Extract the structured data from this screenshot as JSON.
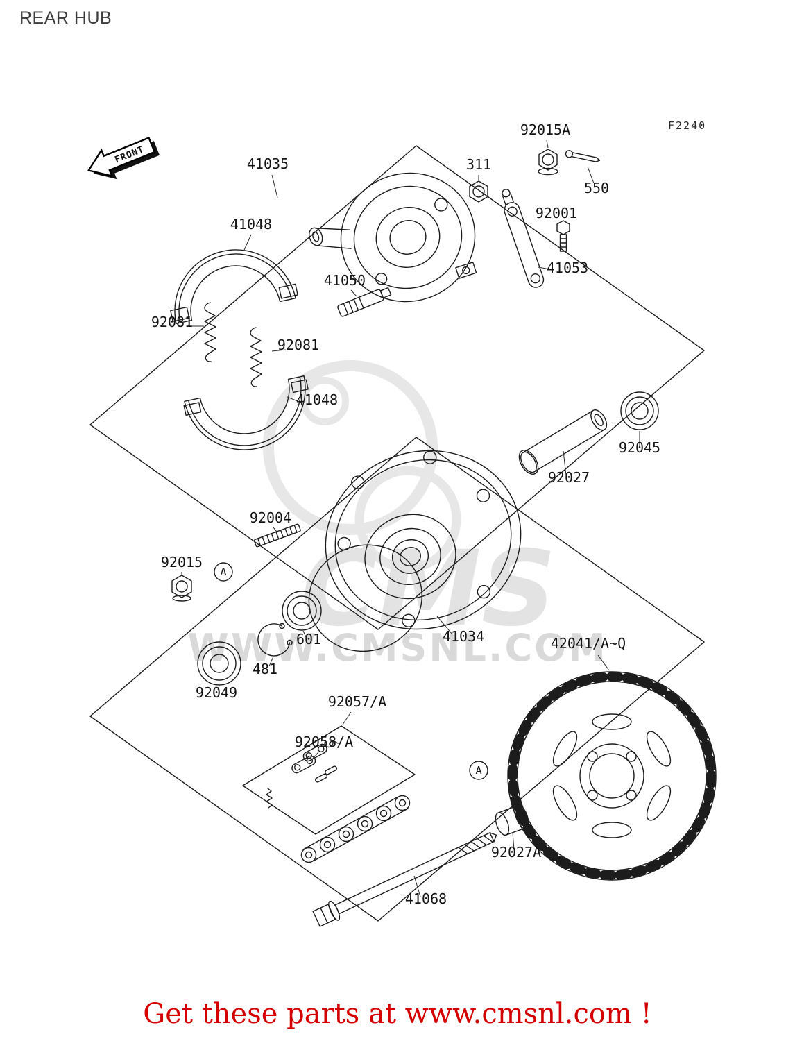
{
  "page": {
    "title": "REAR HUB",
    "figure_code": "F2240",
    "footer_text": "Get these parts at www.cmsnl.com !",
    "footer_color": "#d40000",
    "line_color": "#1c1c1c"
  },
  "watermark": {
    "logo_text": "CMS",
    "url_text": "WWW.CMSNL.COM",
    "color": "#dedede"
  },
  "diagram": {
    "front_arrow_label": "FRONT",
    "ref_marker": "A",
    "labels": {
      "l41035": "41035",
      "l92015a": "92015A",
      "l311": "311",
      "l550": "550",
      "l92001": "92001",
      "l41053": "41053",
      "l41048_top": "41048",
      "l41050": "41050",
      "l92081_left": "92081",
      "l92081_right": "92081",
      "l41048_bottom": "41048",
      "l92045": "92045",
      "l92027": "92027",
      "l92004": "92004",
      "l92015": "92015",
      "l601": "601",
      "l481": "481",
      "l92049": "92049",
      "l41034": "41034",
      "l42041": "42041/A~Q",
      "l92057": "92057/A",
      "l92058": "92058/A",
      "l92027a": "92027A",
      "l41068": "41068"
    }
  }
}
